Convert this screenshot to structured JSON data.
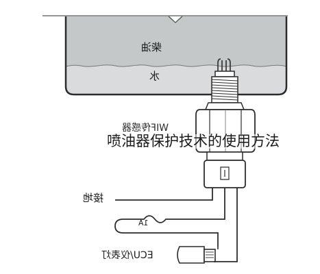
{
  "diagram": {
    "tank_top_label": "柴油",
    "tank_bottom_label": "水",
    "sensor_label": "WIF传感器",
    "ground_label": "接地",
    "fuse_label": "1A",
    "ecu_label": "ECU/仪表灯"
  },
  "caption": "喷油器保护技术的使用方法",
  "colors": {
    "fuel": "#c5c8c9",
    "water": "#d9dbdc",
    "line": "#2b2b2b"
  }
}
